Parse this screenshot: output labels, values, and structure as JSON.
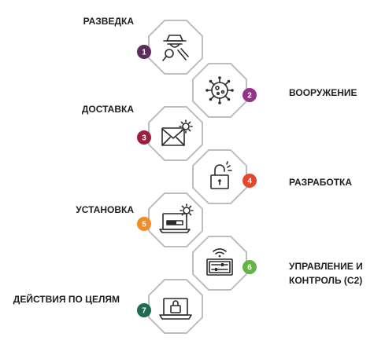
{
  "stages": [
    {
      "num": "1",
      "label": "РАЗВЕДКА",
      "color": "#5b2d5e",
      "icon": "spy-magnifier-icon"
    },
    {
      "num": "2",
      "label": "ВООРУЖЕНИЕ",
      "color": "#93338a",
      "icon": "virus-icon"
    },
    {
      "num": "3",
      "label": "ДОСТАВКА",
      "color": "#9c1f3f",
      "icon": "email-gear-icon"
    },
    {
      "num": "4",
      "label": "РАЗРАБОТКА",
      "color": "#e8452c",
      "icon": "unlocked-padlock-icon"
    },
    {
      "num": "5",
      "label": "УСТАНОВКА",
      "color": "#f28c28",
      "icon": "laptop-gear-icon"
    },
    {
      "num": "6",
      "label_line1": "УПРАВЛЕНИЕ И",
      "label_line2": "КОНТРОЛЬ (С2)",
      "color": "#62b543",
      "icon": "wireless-control-icon"
    },
    {
      "num": "7",
      "label": "ДЕЙСТВИЯ ПО ЦЕЛЯМ",
      "color": "#1f6b4f",
      "icon": "laptop-lock-icon"
    }
  ],
  "colors": {
    "outline": "#bdbdbd",
    "text": "#1f1f1f",
    "icon": "#2b2b2b"
  }
}
